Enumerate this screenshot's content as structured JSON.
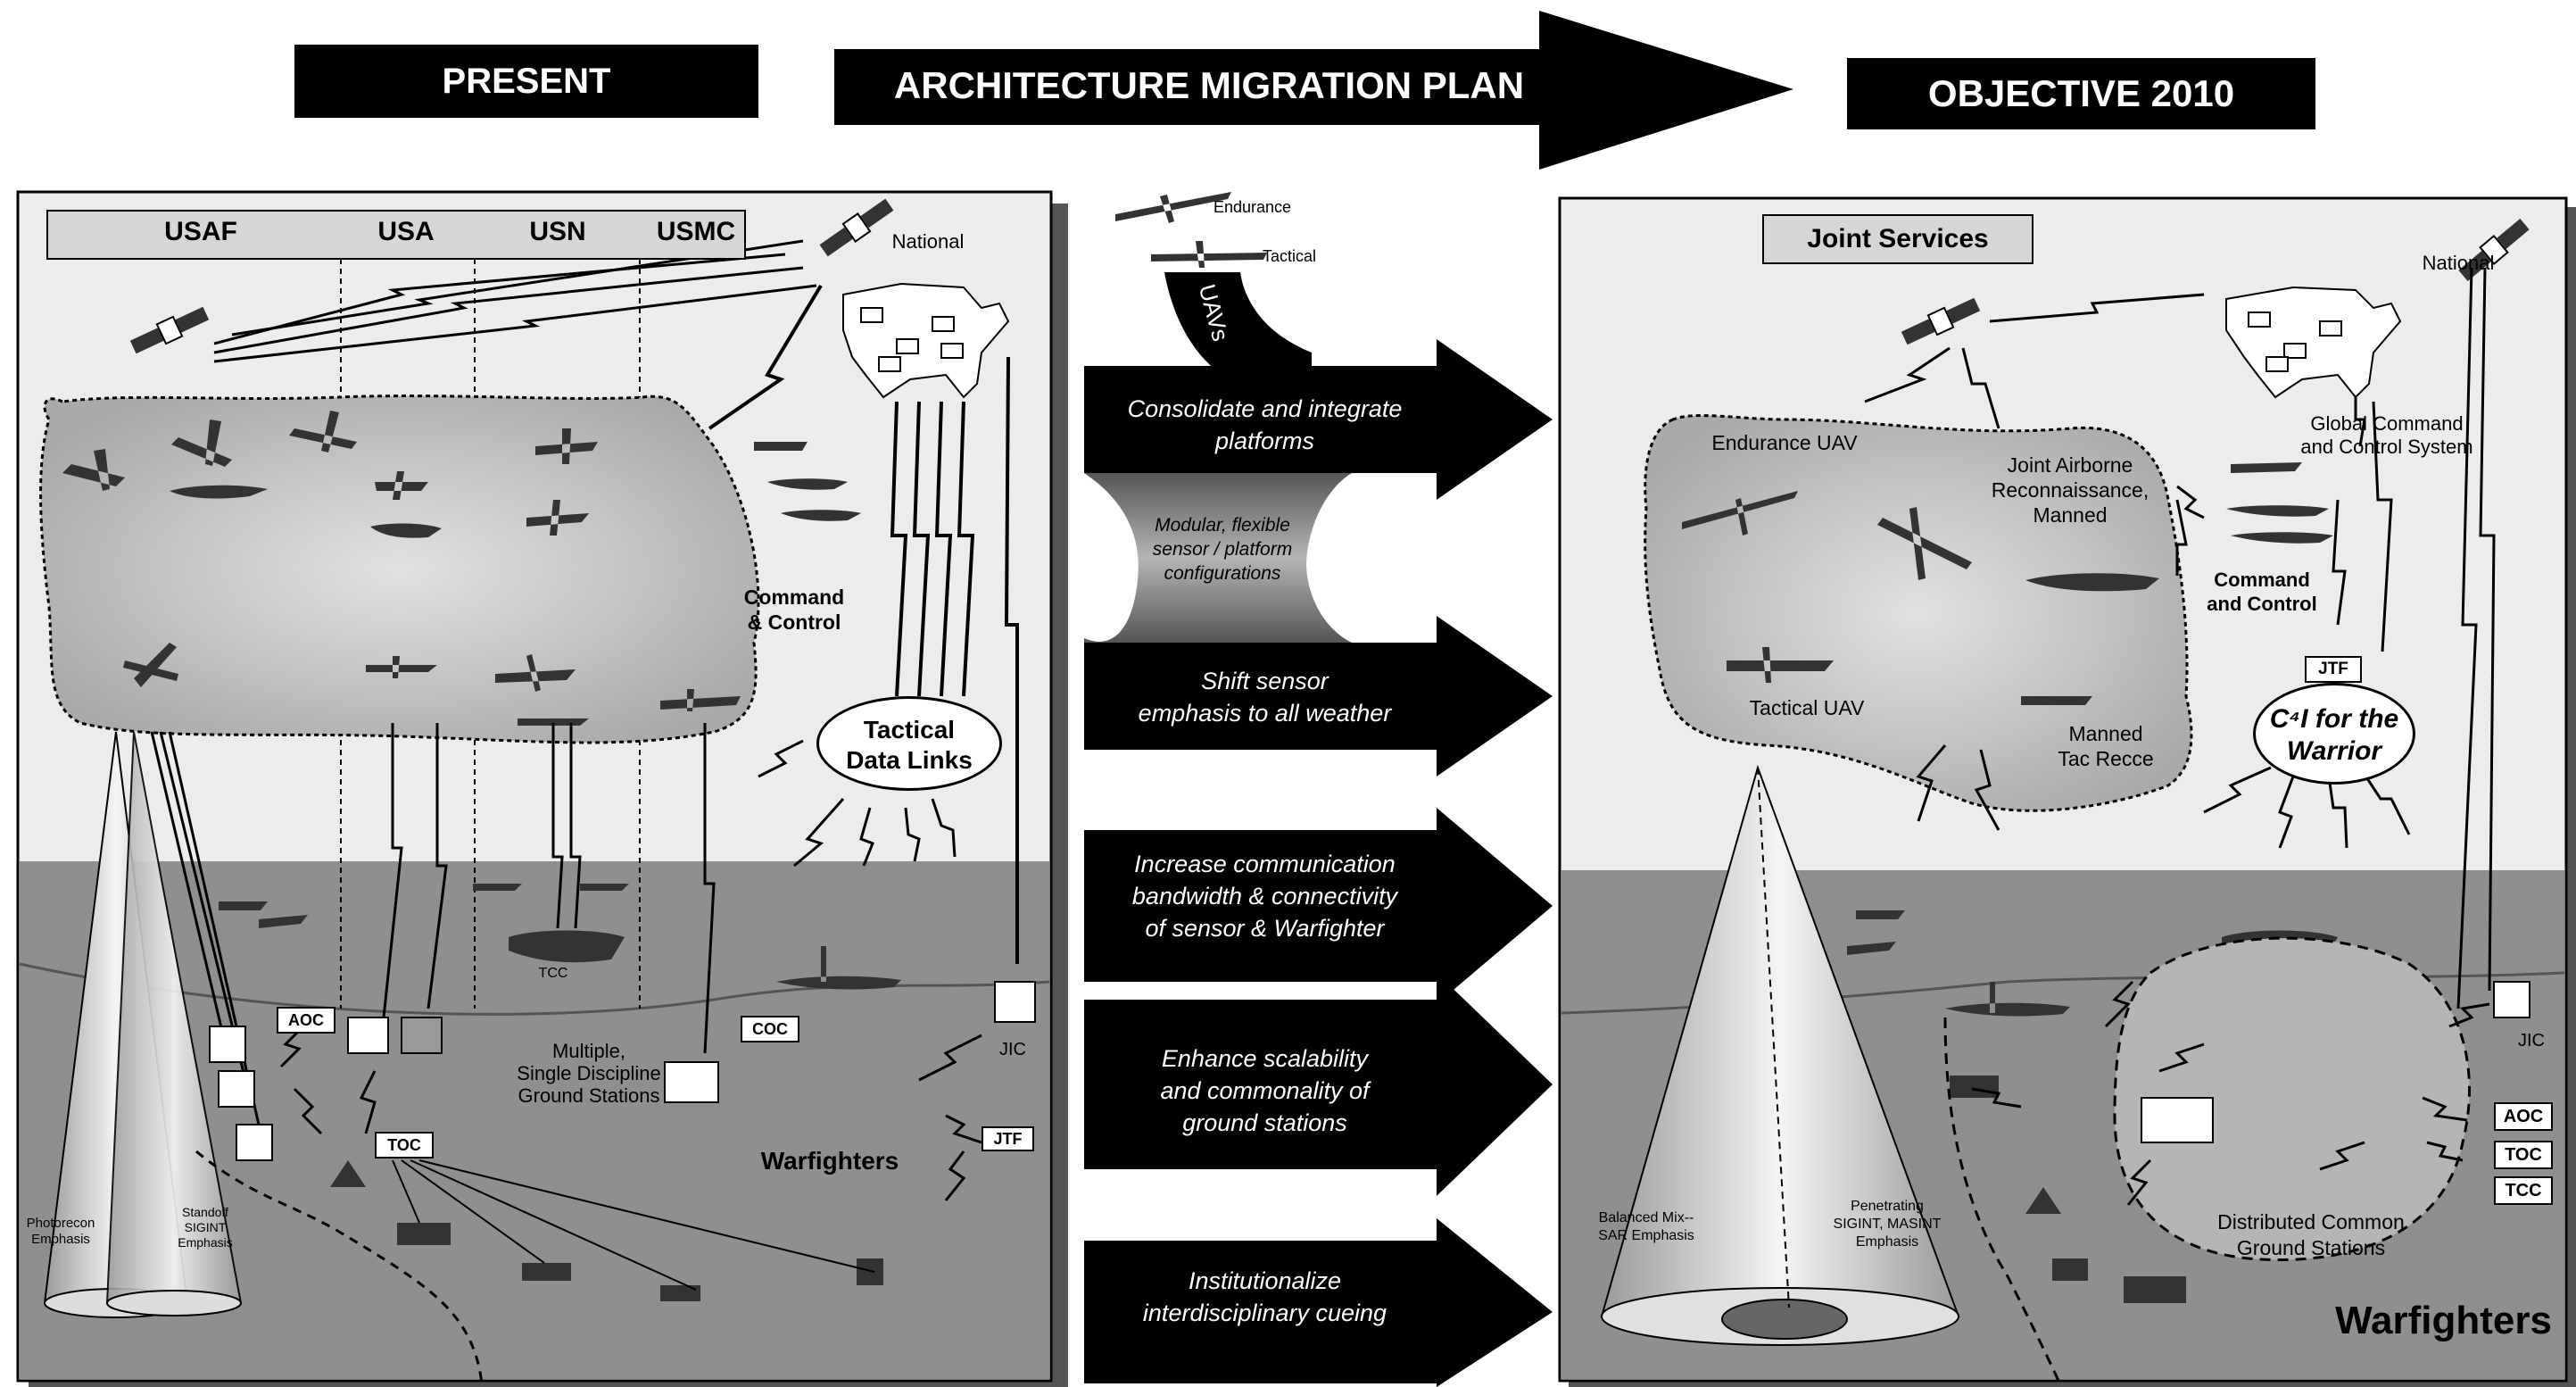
{
  "header": {
    "present": "PRESENT",
    "migration": "ARCHITECTURE MIGRATION PLAN",
    "objective": "OBJECTIVE 2010"
  },
  "left_panel": {
    "services": [
      "USAF",
      "USA",
      "USN",
      "USMC"
    ],
    "national": "National",
    "command_control": [
      "Command",
      "& Control"
    ],
    "tactical_data_links": [
      "Tactical",
      "Data Links"
    ],
    "tcc": "TCC",
    "aoc": "AOC",
    "coc": "COC",
    "toc": "TOC",
    "jic": "JIC",
    "jtf": "JTF",
    "ground_stations": [
      "Multiple,",
      "Single Discipline",
      "Ground Stations"
    ],
    "warfighters": "Warfighters",
    "photorecon": [
      "Photorecon",
      "Emphasis"
    ],
    "standoff": [
      "Standoff",
      "SIGINT",
      "Emphasis"
    ]
  },
  "middle": {
    "uav_endurance": "Endurance",
    "uav_tactical": "Tactical",
    "uavs": "UAVs",
    "modular": [
      "Modular, flexible",
      "sensor / platform",
      "configurations"
    ],
    "arrows": [
      [
        "Consolidate and integrate",
        "platforms"
      ],
      [
        "Shift sensor",
        "emphasis to all weather"
      ],
      [
        "Increase communication",
        "bandwidth & connectivity",
        "of sensor & Warfighter"
      ],
      [
        "Enhance scalability",
        "and commonality of",
        "ground stations"
      ],
      [
        "Institutionalize",
        "interdisciplinary cueing"
      ]
    ]
  },
  "right_panel": {
    "joint_services": "Joint Services",
    "national": "National",
    "gccs": [
      "Global Command",
      "and Control System"
    ],
    "endurance_uav": "Endurance UAV",
    "joint_airborne": [
      "Joint Airborne",
      "Reconnaissance, Manned"
    ],
    "tactical_uav": "Tactical UAV",
    "manned_tac": [
      "Manned",
      "Tac Recce"
    ],
    "command_control": [
      "Command",
      "and  Control"
    ],
    "jtf": "JTF",
    "c4i": [
      "C⁴I for the",
      "Warrior"
    ],
    "jic": "JIC",
    "aoc": "AOC",
    "toc": "TOC",
    "tcc": "TCC",
    "distributed": [
      "Distributed Common",
      "Ground Stations"
    ],
    "balanced": [
      "Balanced Mix--",
      "SAR Emphasis"
    ],
    "penetrating": [
      "Penetrating",
      "SIGINT, MASINT",
      "Emphasis"
    ],
    "warfighters": "Warfighters"
  },
  "colors": {
    "ink": "#000000",
    "cloud": "#bdbdbd",
    "ground": "#8f8f8f",
    "panel": "#ececec",
    "header_box": "#d6d6d6"
  }
}
